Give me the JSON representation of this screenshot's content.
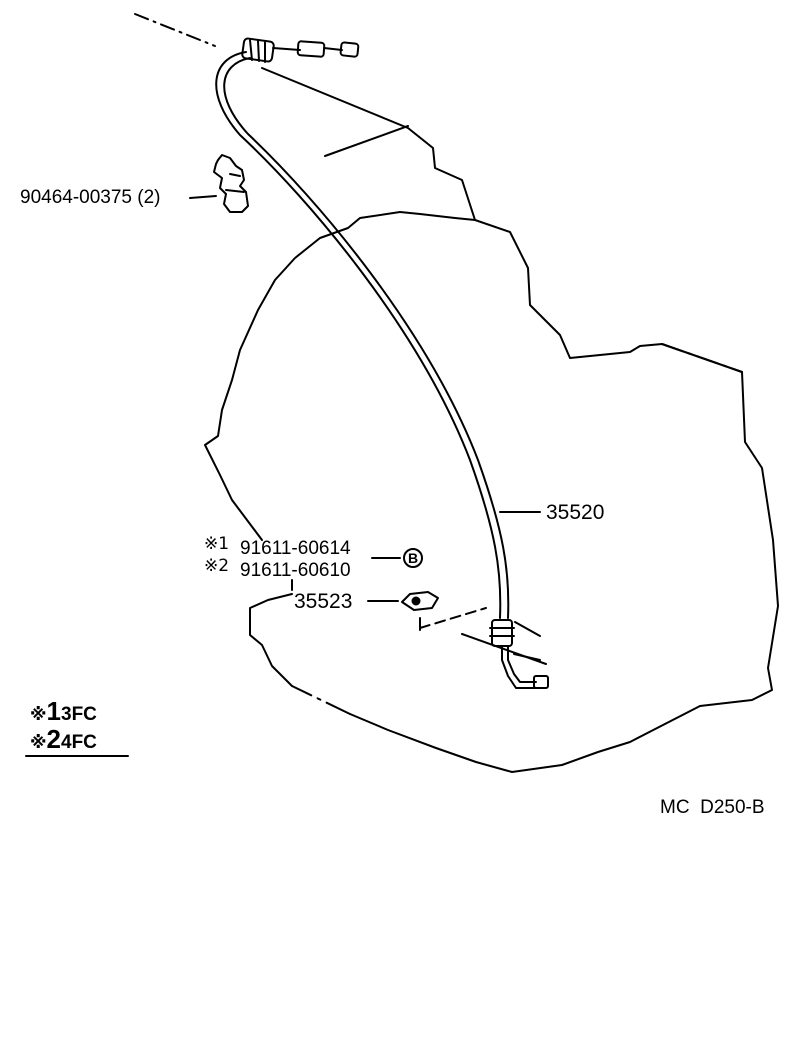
{
  "callouts": {
    "clamp_part": "90464-00375 (2)",
    "cable_part": "35520",
    "bolt_1_mark": "※1",
    "bolt_1_part": "91611-60614",
    "bolt_2_mark": "※2",
    "bolt_2_part": "91611-60610",
    "bracket_part": "35523",
    "torque_badge": "B"
  },
  "legend": {
    "row1_mark": "※",
    "row1_num": "1",
    "row1_text": "3FC",
    "row2_mark": "※",
    "row2_num": "2",
    "row2_text": "4FC"
  },
  "figure_code": "MC  D250-B"
}
